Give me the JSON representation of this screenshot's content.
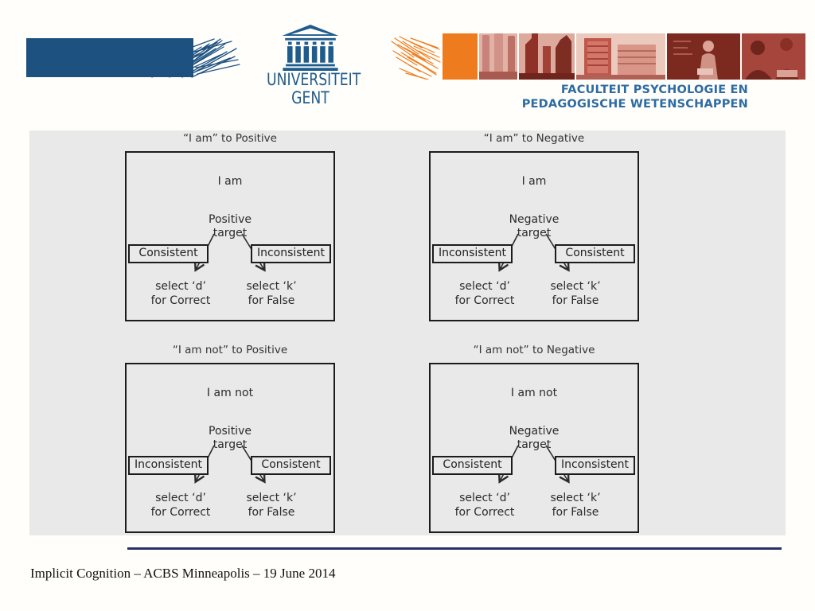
{
  "header": {
    "logo_line1": "UNIVERSITEIT",
    "logo_line2": "GENT",
    "faculty_line1": "FACULTEIT PSYCHOLOGIE EN",
    "faculty_line2": "PEDAGOGISCHE WETENSCHAPPEN"
  },
  "panels": [
    {
      "title": "“I am” to Positive",
      "stimulus": "I am",
      "target_line1": "Positive",
      "target_line2": "target",
      "left_label": "Consistent",
      "right_label": "Inconsistent",
      "left_key_line1": "select ‘d’",
      "left_key_line2": "for Correct",
      "right_key_line1": "select ‘k’",
      "right_key_line2": "for False"
    },
    {
      "title": "“I am” to Negative",
      "stimulus": "I am",
      "target_line1": "Negative",
      "target_line2": "target",
      "left_label": "Inconsistent",
      "right_label": "Consistent",
      "left_key_line1": "select ‘d’",
      "left_key_line2": "for Correct",
      "right_key_line1": "select ‘k’",
      "right_key_line2": "for False"
    },
    {
      "title": "“I am not” to Positive",
      "stimulus": "I am not",
      "target_line1": "Positive",
      "target_line2": "target",
      "left_label": "Inconsistent",
      "right_label": "Consistent",
      "left_key_line1": "select ‘d’",
      "left_key_line2": "for Correct",
      "right_key_line1": "select ‘k’",
      "right_key_line2": "for False"
    },
    {
      "title": "“I am not” to Negative",
      "stimulus": "I am not",
      "target_line1": "Negative",
      "target_line2": "target",
      "left_label": "Consistent",
      "right_label": "Inconsistent",
      "left_key_line1": "select ‘d’",
      "left_key_line2": "for Correct",
      "right_key_line1": "select ‘k’",
      "right_key_line2": "for False"
    }
  ],
  "footer": {
    "credit": "Implicit Cognition – ACBS Minneapolis – 19 June 2014"
  },
  "colors": {
    "brand_blue": "#1d5180",
    "logo_blue": "#1e5c8e",
    "faculty_blue": "#2d6ba2",
    "accent_orange": "#ee7c1e",
    "panel_gray": "#e9e9e9",
    "navy_line": "#27306b"
  }
}
